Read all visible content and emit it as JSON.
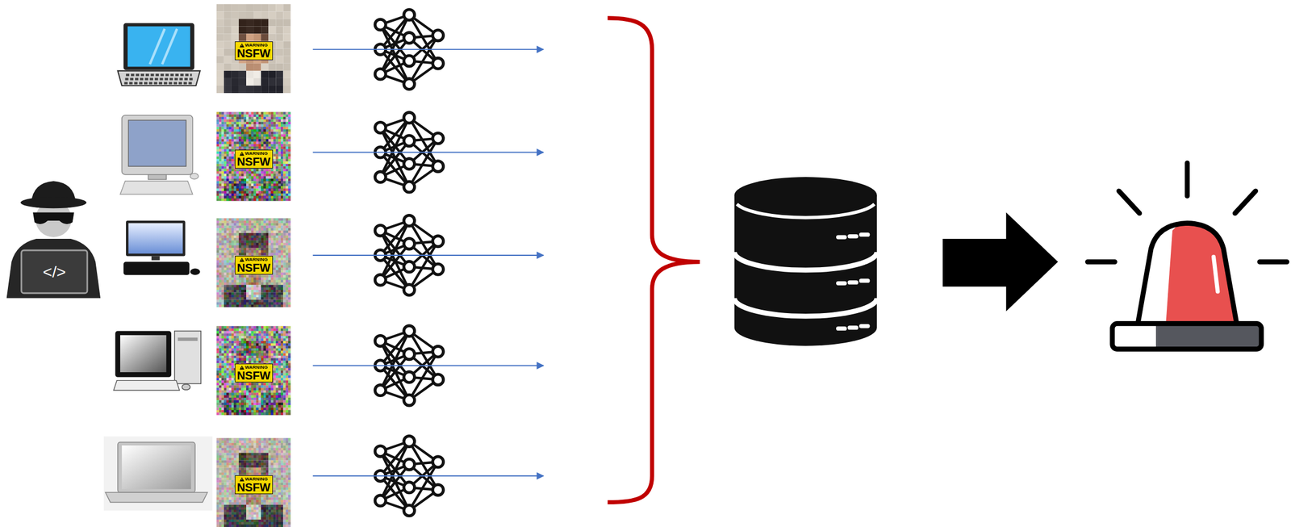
{
  "diagram": {
    "nodes": [
      {
        "text": [
          "WARNING",
          "NSFW"
        ]
      },
      {
        "text": [
          "WARNING",
          "NSFW"
        ]
      },
      {
        "text": [
          "WARNING",
          "NSFW"
        ]
      },
      {
        "text": [
          "WARNING",
          "NSFW"
        ]
      },
      {
        "text": [
          "WARNING",
          "NSFW"
        ]
      }
    ],
    "labels": [
      "</>"
    ]
  }
}
